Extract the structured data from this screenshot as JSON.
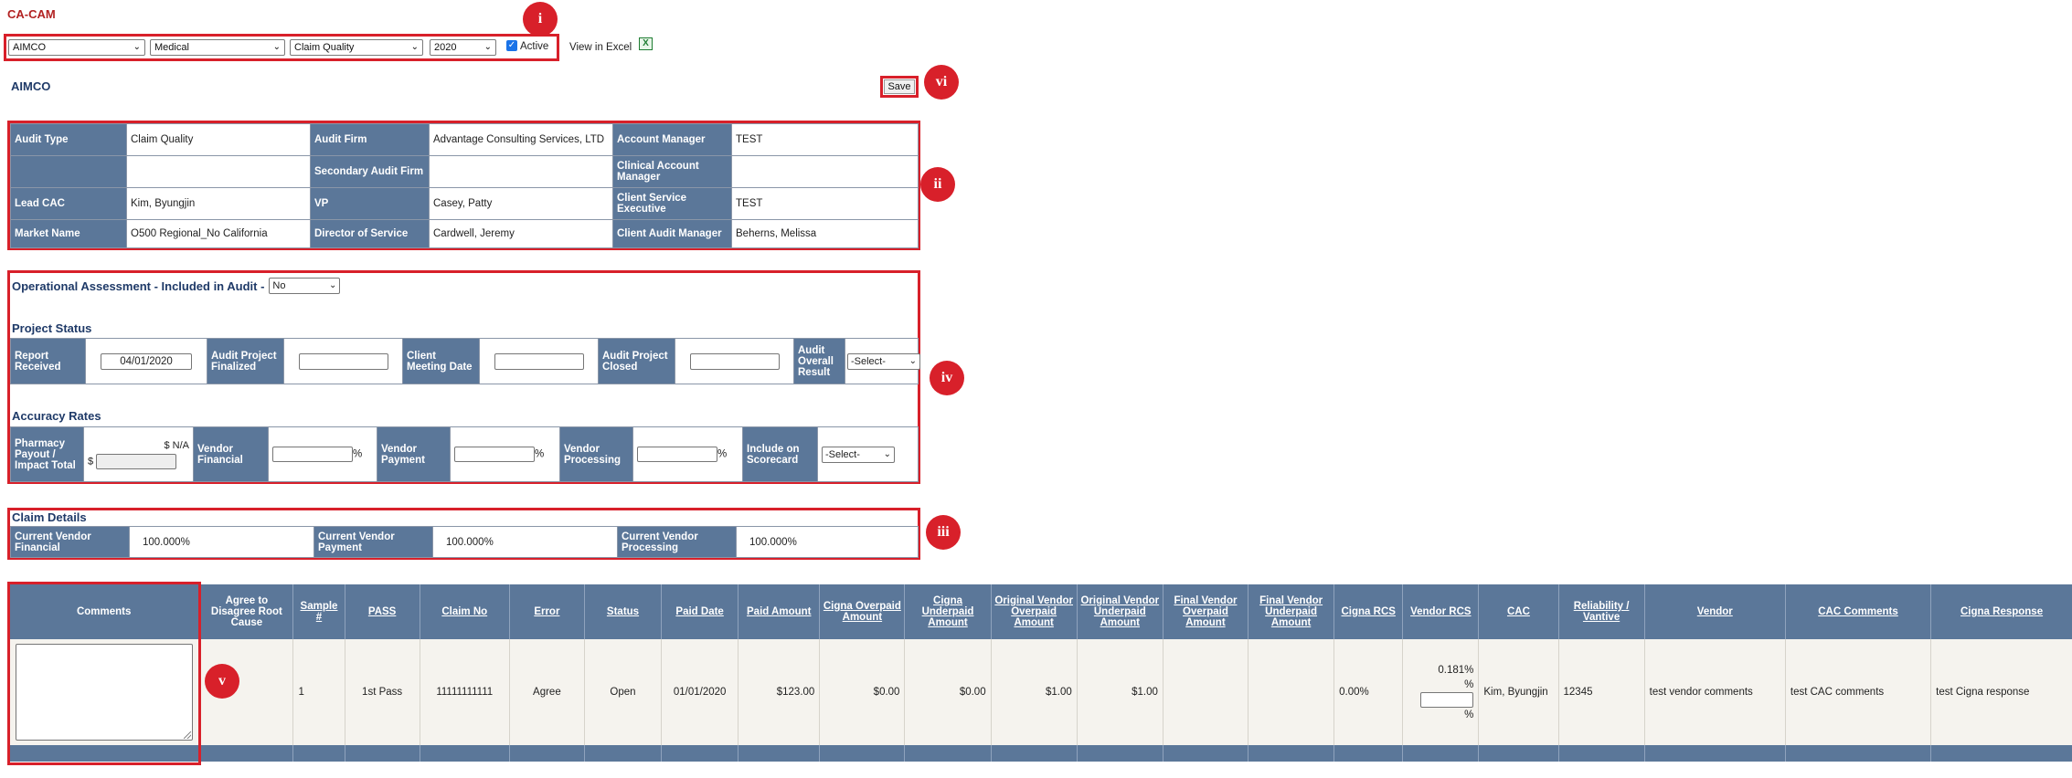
{
  "app": {
    "title": "CA-CAM"
  },
  "filters": {
    "client": "AIMCO",
    "line_of_business": "Medical",
    "audit_type": "Claim Quality",
    "year": "2020",
    "active_label": "Active",
    "view_excel_label": "View in Excel"
  },
  "badges": {
    "i": "i",
    "ii": "ii",
    "iii": "iii",
    "iv": "iv",
    "v": "v",
    "vi": "vi"
  },
  "client_name": "AIMCO",
  "save_label": "Save",
  "audit_info": {
    "audit_type_label": "Audit Type",
    "audit_type_value": "Claim Quality",
    "audit_firm_label": "Audit Firm",
    "audit_firm_value": "Advantage Consulting Services, LTD",
    "account_manager_label": "Account Manager",
    "account_manager_value": "TEST",
    "secondary_audit_firm_label": "Secondary Audit Firm",
    "secondary_audit_firm_value": "",
    "clinical_account_manager_label": "Clinical Account Manager",
    "clinical_account_manager_value": "",
    "lead_cac_label": "Lead CAC",
    "lead_cac_value": "Kim, Byungjin",
    "vp_label": "VP",
    "vp_value": "Casey, Patty",
    "client_service_exec_label": "Client Service Executive",
    "client_service_exec_value": "TEST",
    "market_name_label": "Market Name",
    "market_name_value": "O500 Regional_No California",
    "director_label": "Director of Service",
    "director_value": "Cardwell, Jeremy",
    "client_audit_manager_label": "Client Audit Manager",
    "client_audit_manager_value": "Beherns, Melissa"
  },
  "operational": {
    "label": "Operational Assessment - Included in Audit -",
    "value": "No"
  },
  "project_status": {
    "heading": "Project Status",
    "report_received_label": "Report Received",
    "report_received_value": "04/01/2020",
    "finalized_label": "Audit Project Finalized",
    "finalized_value": "",
    "meeting_label": "Client Meeting Date",
    "meeting_value": "",
    "closed_label": "Audit Project Closed",
    "closed_value": "",
    "overall_label": "Audit Overall Result",
    "overall_value": "-Select-"
  },
  "accuracy": {
    "heading": "Accuracy Rates",
    "pharmacy_label": "Pharmacy Payout / Impact Total",
    "pharmacy_na": "$ N/A",
    "dollar": "$",
    "pct": "%",
    "vendor_financial_label": "Vendor Financial",
    "vendor_payment_label": "Vendor Payment",
    "vendor_processing_label": "Vendor Processing",
    "scorecard_label": "Include on Scorecard",
    "scorecard_value": "-Select-"
  },
  "claim_details": {
    "heading": "Claim Details",
    "financial_label": "Current Vendor Financial",
    "financial_value": "100.000%",
    "payment_label": "Current Vendor Payment",
    "payment_value": "100.000%",
    "processing_label": "Current Vendor Processing",
    "processing_value": "100.000%"
  },
  "claims_table": {
    "headers": [
      "Comments",
      "Agree to Disagree Root Cause",
      "Sample #",
      "PASS",
      "Claim No",
      "Error",
      "Status",
      "Paid Date",
      "Paid Amount",
      "Cigna Overpaid Amount",
      "Cigna Underpaid Amount",
      "Original Vendor Overpaid Amount",
      "Original Vendor Underpaid Amount",
      "Final Vendor Overpaid Amount",
      "Final Vendor Underpaid Amount",
      "Cigna RCS",
      "Vendor RCS",
      "CAC",
      "Reliability / Vantive",
      "Vendor",
      "CAC Comments",
      "Cigna Response"
    ],
    "row": {
      "root_cause": "",
      "sample": "1",
      "pass": "1st Pass",
      "claim_no": "11111111111",
      "error": "Agree",
      "status": "Open",
      "paid_date": "01/01/2020",
      "paid_amount": "$123.00",
      "cigna_over": "$0.00",
      "cigna_under": "$0.00",
      "orig_over": "$1.00",
      "orig_under": "$1.00",
      "final_over": "",
      "final_under": "",
      "cigna_rcs": "0.00%",
      "vendor_rcs": "0.181%",
      "vendor_rcs_unit": "%",
      "cac": "Kim, Byungjin",
      "reliability": "12345",
      "vendor": "test vendor comments",
      "cac_comments": "test CAC comments",
      "cigna_response": "test Cigna response"
    }
  },
  "colors": {
    "header_bg": "#5b7799",
    "annotation_red": "#d8202a",
    "title_red": "#b22222",
    "heading_blue": "#1f3a68"
  }
}
